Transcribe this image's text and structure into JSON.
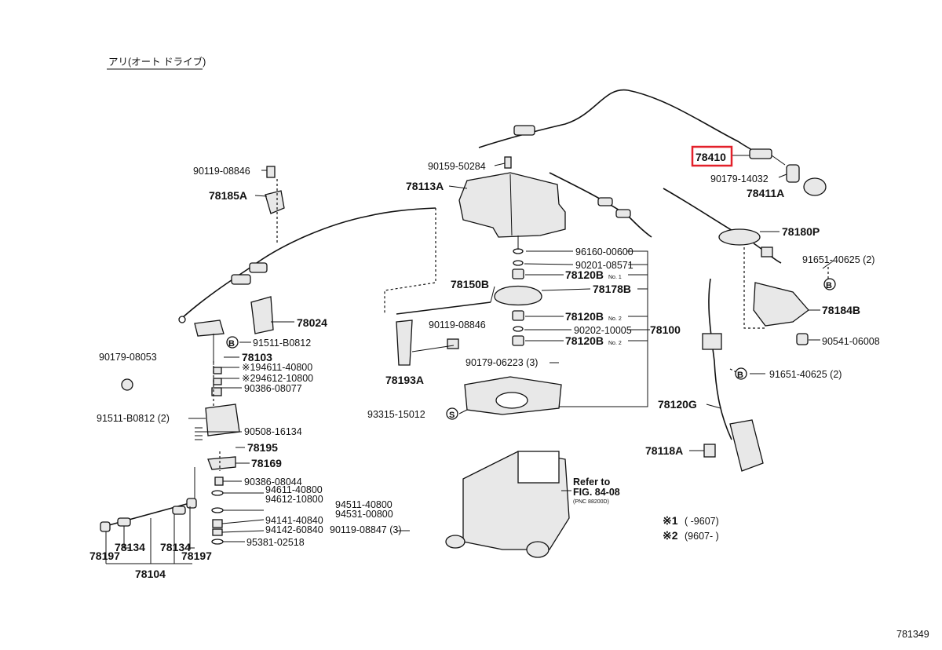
{
  "header_note": "アリ(オート ドライブ)",
  "footer_ref": "781349",
  "highlight_label": "78410",
  "labels": {
    "p90119_08846_top": "90119-08846",
    "p78185A": "78185A",
    "p90159_50284": "90159-50284",
    "p78113A": "78113A",
    "p90179_14032": "90179-14032",
    "p78411A": "78411A",
    "p78180P": "78180P",
    "p96160_00600": "96160-00600",
    "p90201_08571": "90201-08571",
    "p78120B_1": "78120B",
    "p78178B": "78178B",
    "p78150B": "78150B",
    "p78120B_2": "78120B",
    "p90202_10005": "90202-10005",
    "p78120B_3": "78120B",
    "p78100": "78100",
    "p90119_08846_mid": "90119-08846",
    "p78024": "78024",
    "p91511_B0812": "91511-B0812",
    "p78103": "78103",
    "p90179_08053": "90179-08053",
    "p194611_40800": "※194611-40800",
    "p294612_10800": "※294612-10800",
    "p90386_08077": "90386-08077",
    "p91651_40625_a": "91651-40625 (2)",
    "p78184B": "78184B",
    "p90541_06008": "90541-06008",
    "p91651_40625_b": "91651-40625 (2)",
    "p78193A": "78193A",
    "p90179_06223": "90179-06223 (3)",
    "p91511_B0812_2": "91511-B0812 (2)",
    "p90508_16134": "90508-16134",
    "p93315_15012": "93315-15012",
    "p78120G": "78120G",
    "p78195": "78195",
    "p78169": "78169",
    "p78118A": "78118A",
    "p90386_08044": "90386-08044",
    "p94611_40800": "94611-40800",
    "p94612_10800": "94612-10800",
    "p94511_40800": "94511-40800",
    "p94531_00800": "94531-00800",
    "p94141_40840": "94141-40840",
    "p90119_08847": "90119-08847 (3)",
    "p94142_60840": "94142-60840",
    "p95381_02518": "95381-02518",
    "p78134_a": "78134",
    "p78134_b": "78134",
    "p78197_a": "78197",
    "p78197_b": "78197",
    "p78104": "78104",
    "refer_line1": "Refer to",
    "refer_line2": "FIG. 84-08",
    "refer_line3": "(PNC 88200D)",
    "note1_mark": "※1",
    "note1_range": "(       -9607)",
    "note2_mark": "※2",
    "note2_range": "(9607-       )",
    "circle_B": "B",
    "circle_S": "S",
    "sub_no1": "No. 1",
    "sub_no2": "No. 2"
  }
}
